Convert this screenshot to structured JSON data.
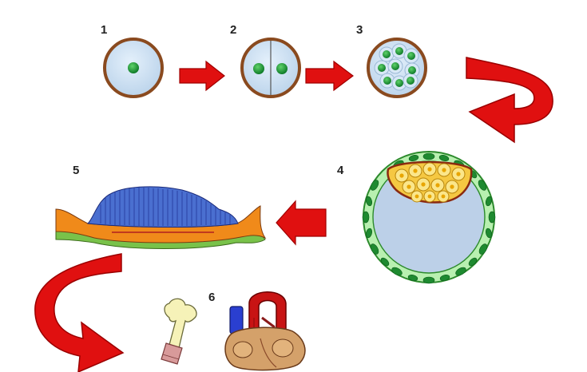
{
  "diagram": {
    "steps": [
      {
        "label": "1",
        "stage": "zygote"
      },
      {
        "label": "2",
        "stage": "two-cell"
      },
      {
        "label": "3",
        "stage": "morula"
      },
      {
        "label": "4",
        "stage": "blastocyst"
      },
      {
        "label": "5",
        "stage": "embryonic-disc"
      },
      {
        "label": "6",
        "stage": "tissues-organs"
      }
    ],
    "colors": {
      "zona_ring": "#8a4a1f",
      "cell_fill": "#c9ddf0",
      "nucleus": "#1e9a3a",
      "arrow": "#e01010",
      "arrow_dark": "#9a0000",
      "trophoblast": "#b8f0b0",
      "inner_mass": "#f5c842",
      "ectoderm": "#4a6fd0",
      "mesoderm": "#f08a1a",
      "endoderm": "#79c24a",
      "bone": "#f6f2b8",
      "muscle": "#d89a9a",
      "heart": "#c81414",
      "vessel": "#2a3fd0"
    }
  }
}
